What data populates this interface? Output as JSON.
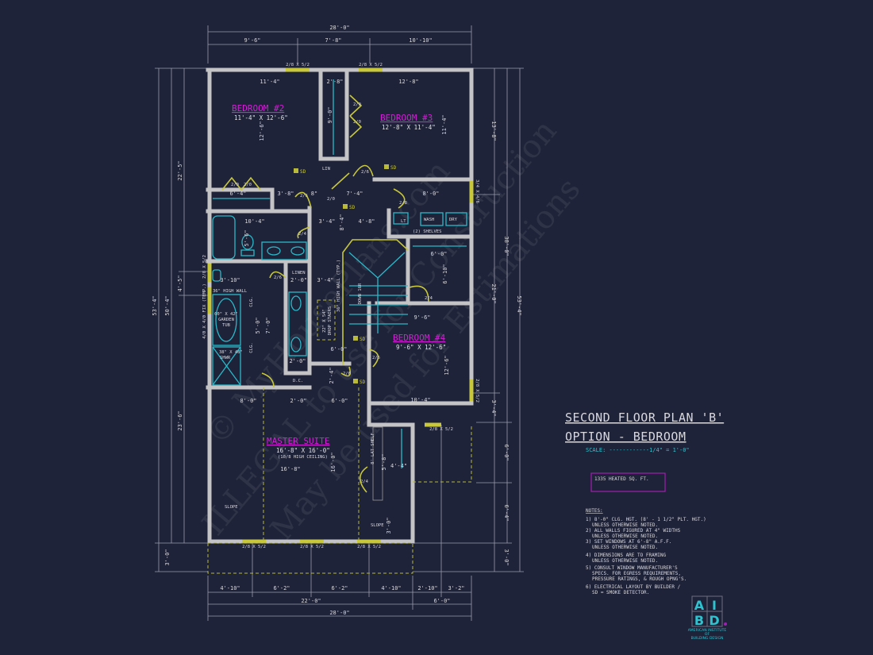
{
  "title": {
    "line1": "SECOND FLOOR PLAN 'B'",
    "line2": "OPTION - BEDROOM",
    "scale": "SCALE: ------------1/4\" = 1'-0\""
  },
  "heated_area": "1335 HEATED SQ. FT.",
  "notes": {
    "heading": "NOTES:",
    "lines": [
      "1) 8'-0\"  CLG. HGT. (8' - 1 1/2\" PLT. HGT.)",
      "UNLESS OTHERWISE NOTED.",
      "2) ALL  WALLS FIGURED AT 4\" WIDTHS",
      "UNLESS OTHERWISE NOTED.",
      "3) SET WINDOWS AT 6'-8\" A.F.F.",
      "UNLESS OTHERWISE NOTED.",
      "4) DIMENSIONS ARE TO FRAMING",
      "UNLESS OTHERWISE NOTED.",
      "5) CONSULT WINDOW MANUFACTURER'S",
      "SPECS. FOR EGRESS REQUIREMENTS,",
      "PRESSURE RATINGS, & ROUGH OPNG'S.",
      "6) ELECTRICAL LAYOUT BY BUILDER /",
      "SD = SMOKE DETECTOR."
    ]
  },
  "logo": {
    "letters": [
      "A",
      "I",
      "B",
      "D"
    ],
    "name_lines": [
      "AMERICAN INSTITUTE",
      "OF",
      "BUILDING DESIGN"
    ],
    "color": "#2ec3cf"
  },
  "watermark": [
    "© MyHousePlans.com",
    "ILLEGAL to use for Construction",
    "May be used for Estimations"
  ],
  "colors": {
    "background": "#1f2339",
    "walls": "#c4c4c6",
    "room_labels": "#d21fd6",
    "doors_windows": "#c8c83a",
    "fixtures": "#29b8c8"
  },
  "dims": {
    "top_total": "28'-0\"",
    "top": [
      "9'-6\"",
      "7'-8\"",
      "10'-10\""
    ],
    "bottom_row1": [
      "4'-10\"",
      "6'-2\"",
      "6'-2\"",
      "4'-10\"",
      "2'-10\"",
      "3'-2\""
    ],
    "bottom_row2": [
      "22'-0\"",
      "6'-0\""
    ],
    "bottom_total": "28'-0\"",
    "left": [
      "53'-4\"",
      "50'-4\"",
      "22'-5\"",
      "4'-5\"",
      "23'-6\"",
      "3'-0\""
    ],
    "right": [
      "13'-8\"",
      "21'-0\"",
      "3'-4\"",
      "6'-0\"",
      "6'-4\"",
      "3'-0\"",
      "38'-0\"",
      "53'-4\""
    ]
  },
  "windows": {
    "std": "2/8 X 5/2",
    "side": "3/4 X 4/6",
    "fix": "4/0 X 4/0 FIX (TEMP.)"
  },
  "rooms": {
    "bedroom2": {
      "name": "BEDROOM #2",
      "size": "11'-4\" X 12'-6\"",
      "w": "11'-4\"",
      "h": "12'-6\""
    },
    "bedroom3": {
      "name": "BEDROOM #3",
      "size": "12'-8\" X 11'-4\"",
      "w": "12'-8\"",
      "h": "11'-4\"",
      "chase_w": "2'-8\"",
      "chase_h": "9'-0\""
    },
    "bedroom4": {
      "name": "BEDROOM #4",
      "size": "9'-6\" X 12'-6\"",
      "w": "9'-6\"",
      "w2": "10'-4\"",
      "h": "12'-6\""
    },
    "master": {
      "name": "MASTER SUITE",
      "size": "16'-8\" X 16'-0\"",
      "ceiling": "(10/8 HIGH CEILING)",
      "w": "16'-8\"",
      "h": "16'-0\"",
      "d1": "8'-0\"",
      "d2": "2'-0\"",
      "d3": "6'-0\"",
      "slope": "SLOPE",
      "closet_h": "3'-0\"",
      "closet_d": "5'-8\"",
      "closet_w": "4'-4\"",
      "shelf": "8' LAT SHELF"
    }
  },
  "labels": {
    "lin": "LIN",
    "linen": "LINEN",
    "linen_w": "2'-0\"",
    "wash": "WASH",
    "dry": "DRY",
    "lt": "LT",
    "shelves": "(2) SHELVES",
    "high_wall": "36\" HIGH WALL",
    "tub": "60\" X 42\"",
    "tub2": "GARDEN",
    "tub3": "TUB",
    "shower": "38\" X 48\"",
    "shower2": "SHWR",
    "clg": "CLG.",
    "dc": "D.C.",
    "stairs": "DOWN 16R",
    "stair_wall": "36\" HIGH WALL (TYP.)",
    "drop": "22\" X 54\"",
    "drop2": "DROP STAIRS",
    "sd": "SD",
    "door_20": "2/0",
    "door_24": "2/4",
    "door_26": "2/6",
    "door_28": "2/8",
    "hall": [
      "3'-8\"",
      "8\"",
      "7'-4\"",
      "8'-0\"",
      "6'-4\"",
      "10'-4\"",
      "5'-6\"",
      "3'-4\"",
      "8'-4\"",
      "4'-8\"",
      "3'-10\"",
      "3'-4\"",
      "6'-0\"",
      "6'-10\"",
      "5'-0\"",
      "7'-0\"",
      "2'-0\"",
      "6'-0\"",
      "2'-4\""
    ]
  }
}
